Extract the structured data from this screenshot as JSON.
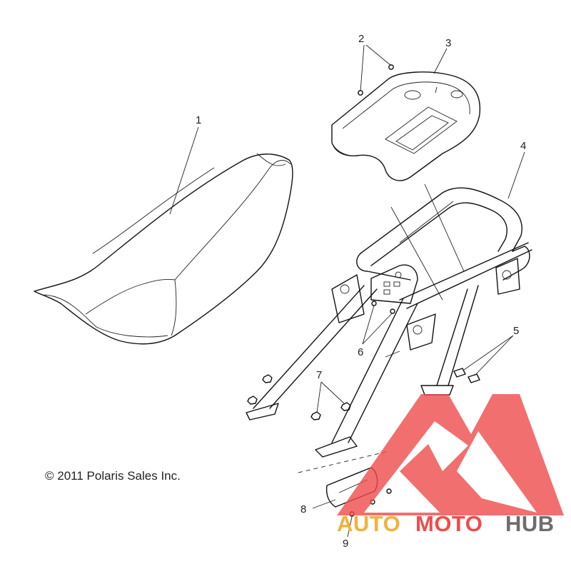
{
  "diagram": {
    "callouts": {
      "c1": "1",
      "c2": "2",
      "c3": "3",
      "c4": "4",
      "c5": "5",
      "c6": "6",
      "c7": "7",
      "c8": "8",
      "c9": "9"
    },
    "copyright": "© 2011 Polaris Sales Inc.",
    "watermark": {
      "word_1": "AUTO",
      "word_2": "MOTO",
      "word_3": "HUB",
      "colors": {
        "auto": "#f3b13c",
        "moto": "#ef4b4b",
        "hub": "#6d6d6d",
        "logo": "#ef4b4b"
      }
    }
  }
}
